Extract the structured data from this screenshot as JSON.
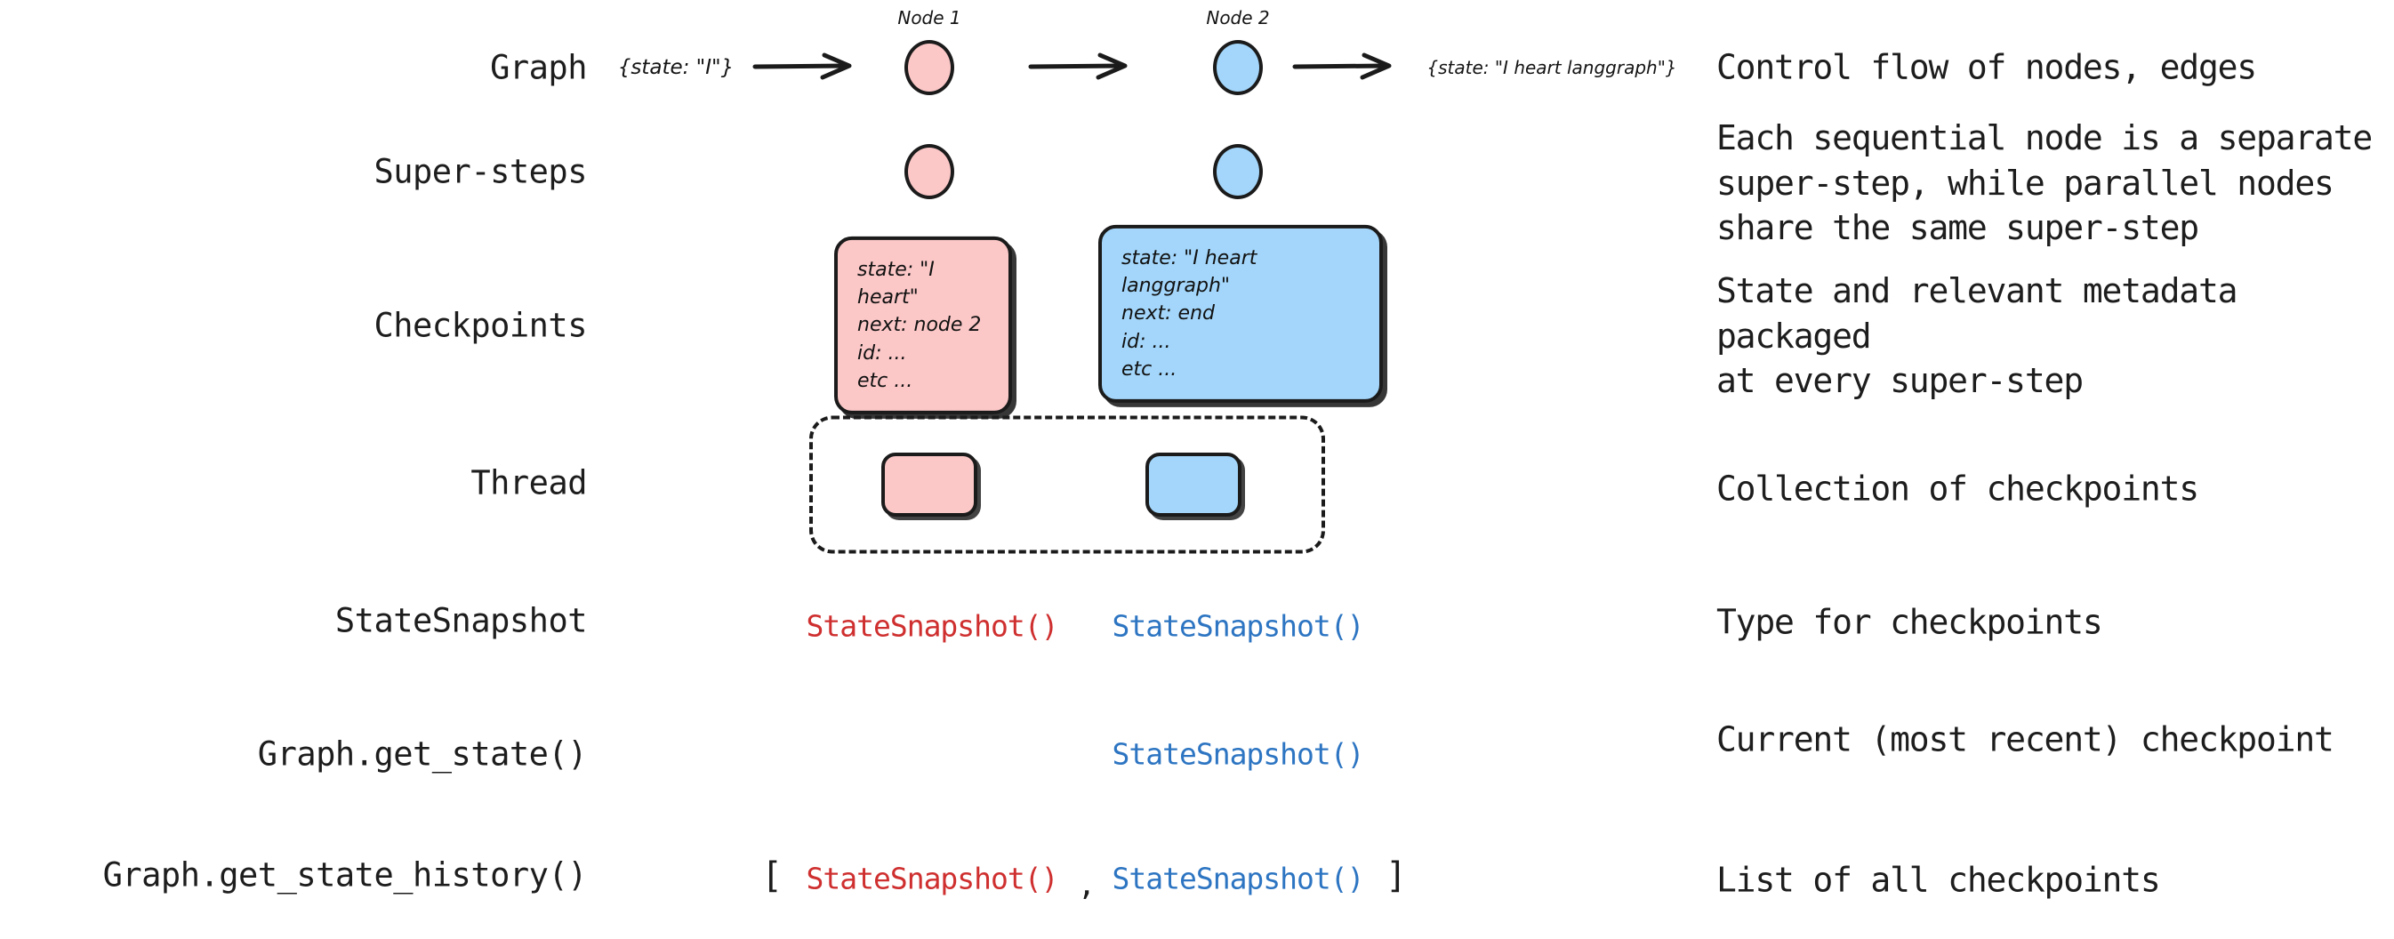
{
  "diagram": {
    "title": "LangGraph persistence concepts",
    "colors": {
      "pink_fill": "#fbc7c7",
      "blue_fill": "#a3d6fa",
      "stroke": "#1b1b1b",
      "snapshot_red": "#cf2f2f",
      "snapshot_blue": "#2d75c2",
      "text": "#1d1d1d",
      "background": "#ffffff"
    },
    "rows": [
      {
        "id": "graph",
        "label": "Graph",
        "description": "Control flow of nodes, edges"
      },
      {
        "id": "super-steps",
        "label": "Super-steps",
        "description": "Each sequential node is a separate\nsuper-step, while parallel nodes\nshare the same super-step"
      },
      {
        "id": "checkpoints",
        "label": "Checkpoints",
        "description": "State and relevant metadata packaged\nat every super-step"
      },
      {
        "id": "thread",
        "label": "Thread",
        "description": "Collection of checkpoints"
      },
      {
        "id": "statesnapshot",
        "label": "StateSnapshot",
        "description": "Type for checkpoints"
      },
      {
        "id": "get-state",
        "label": "Graph.get_state()",
        "description": "Current (most recent) checkpoint"
      },
      {
        "id": "get-state-history",
        "label": "Graph.get_state_history()",
        "description": "List of all checkpoints"
      }
    ],
    "graph_row": {
      "node_labels": [
        "Node 1",
        "Node 2"
      ],
      "input_state": "{state: \"I\"}",
      "output_state": "{state: \"I heart langgraph\"}"
    },
    "checkpoints": {
      "node1": "state: \"I heart\"\nnext: node 2\nid: ...\netc ...",
      "node2": "state: \"I heart langgraph\"\nnext: end\nid: ...\netc ..."
    },
    "snapshot_tokens": {
      "label": "StateSnapshot()",
      "open_bracket": "[",
      "close_bracket": "]",
      "separator": ","
    }
  }
}
